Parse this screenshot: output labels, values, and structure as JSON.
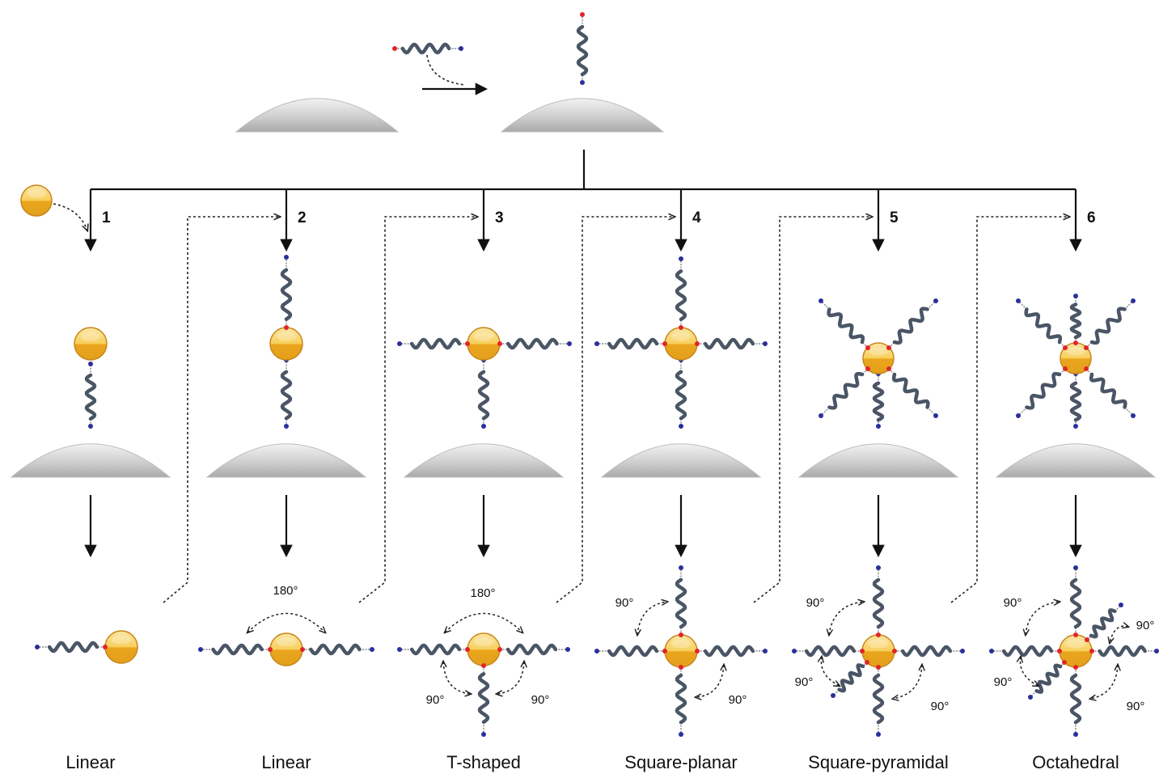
{
  "steps": [
    "1",
    "2",
    "3",
    "4",
    "5",
    "6"
  ],
  "geometries": [
    "Linear",
    "Linear",
    "T-shaped",
    "Square-planar",
    "Square-pyramidal",
    "Octahedral"
  ],
  "angles": {
    "a180": "180°",
    "a90": "90°"
  },
  "colors": {
    "particle": "#f0b323",
    "particle_edge": "#c8861a",
    "dome": "#d4d4d4",
    "strand": "#4a5566",
    "end_red": "#e0252a",
    "end_blue": "#2a2f9c"
  }
}
